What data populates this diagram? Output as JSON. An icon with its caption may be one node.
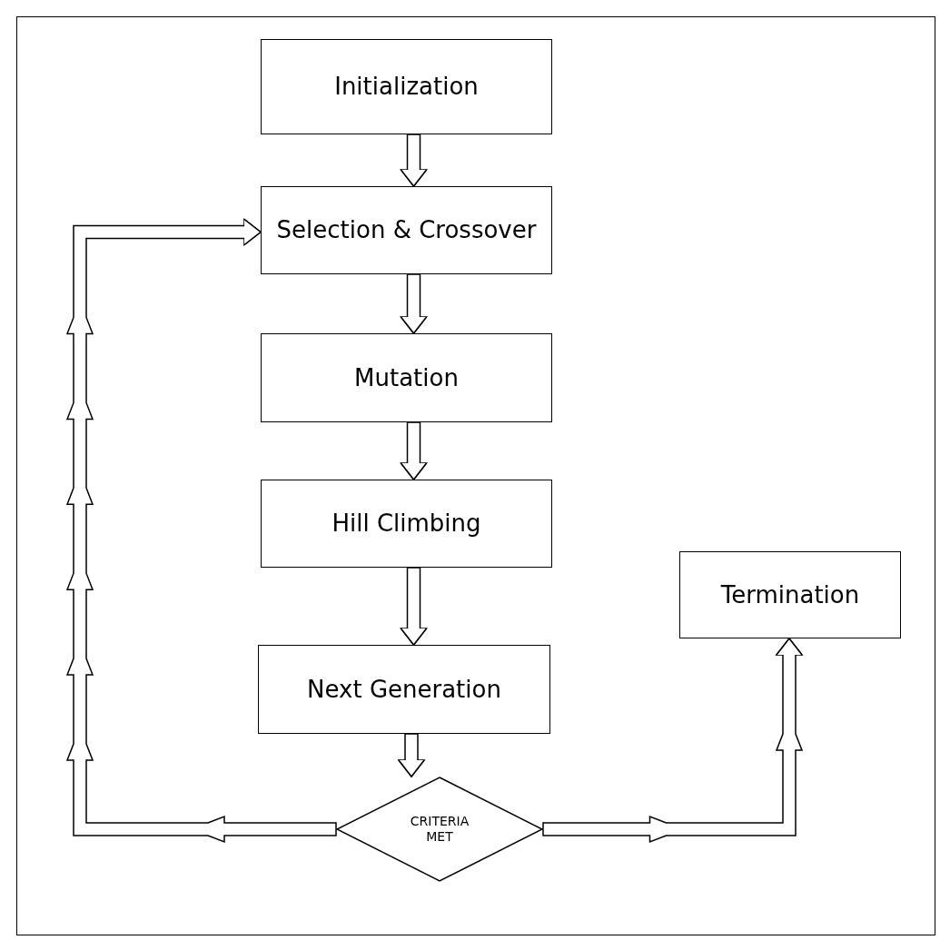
{
  "diagram": {
    "nodes": [
      {
        "text": [
          "Initialization"
        ]
      },
      {
        "text": [
          "Selection & Crossover"
        ]
      },
      {
        "text": [
          "Mutation"
        ]
      },
      {
        "text": [
          "Hill Climbing"
        ]
      },
      {
        "text": [
          "Next Generation"
        ]
      },
      {
        "text": [
          "CRITERIA MET"
        ]
      },
      {
        "text": [
          "Termination"
        ]
      }
    ],
    "edges": [
      {
        "from": 0,
        "to": 1,
        "arrow": "to"
      },
      {
        "from": 1,
        "to": 2,
        "arrow": "to"
      },
      {
        "from": 2,
        "to": 3,
        "arrow": "to"
      },
      {
        "from": 3,
        "to": 4,
        "arrow": "to"
      },
      {
        "from": 4,
        "to": 5,
        "arrow": "to"
      },
      {
        "from": 5,
        "to": 1,
        "arrow": "to"
      },
      {
        "from": 5,
        "to": 6,
        "arrow": "to"
      }
    ]
  }
}
